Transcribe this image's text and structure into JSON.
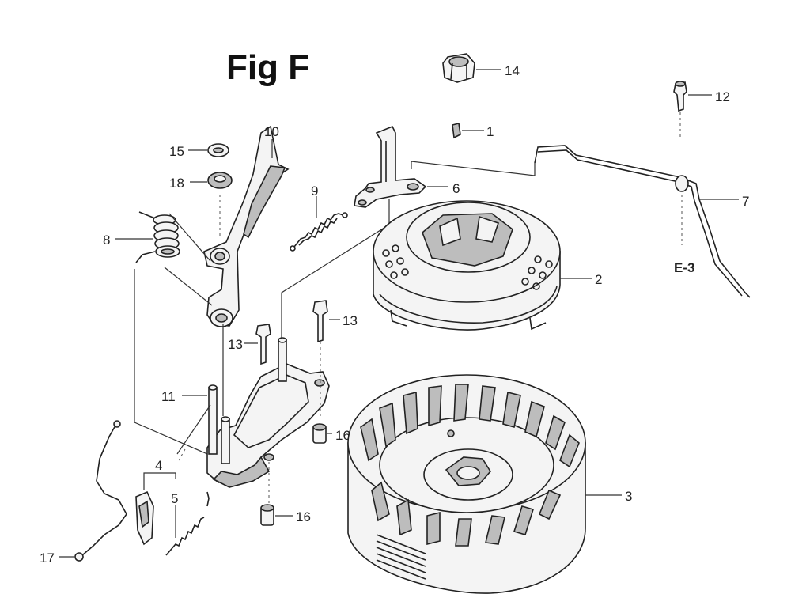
{
  "figure": {
    "title": "Fig F",
    "callouts": {
      "c1": "1",
      "c2": "2",
      "c3": "3",
      "c4": "4",
      "c5": "5",
      "c6": "6",
      "c7": "7",
      "c8": "8",
      "c9": "9",
      "c10": "10",
      "c11": "11",
      "c12": "12",
      "c13a": "13",
      "c13b": "13",
      "c14": "14",
      "c15": "15",
      "c16a": "16",
      "c16b": "16",
      "c17": "17",
      "c18": "18"
    },
    "reference": "E-3"
  }
}
